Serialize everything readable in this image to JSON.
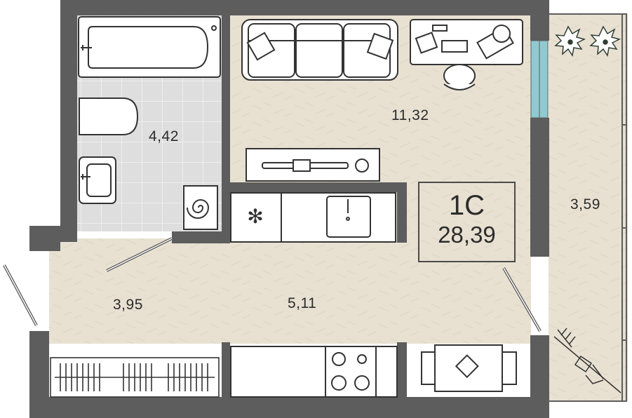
{
  "apartment": {
    "type": "1С",
    "total_area": "28,39"
  },
  "rooms": {
    "bathroom": "4,42",
    "living_room": "11,32",
    "balcony": "3,59",
    "hallway": "3,95",
    "kitchen": "5,11"
  },
  "colors": {
    "floor": "#e9e2d3",
    "tile": "#dcdcdc",
    "wall": "#5d5d5d",
    "glass": "#8fcad1",
    "outline": "#4a4a4a"
  }
}
